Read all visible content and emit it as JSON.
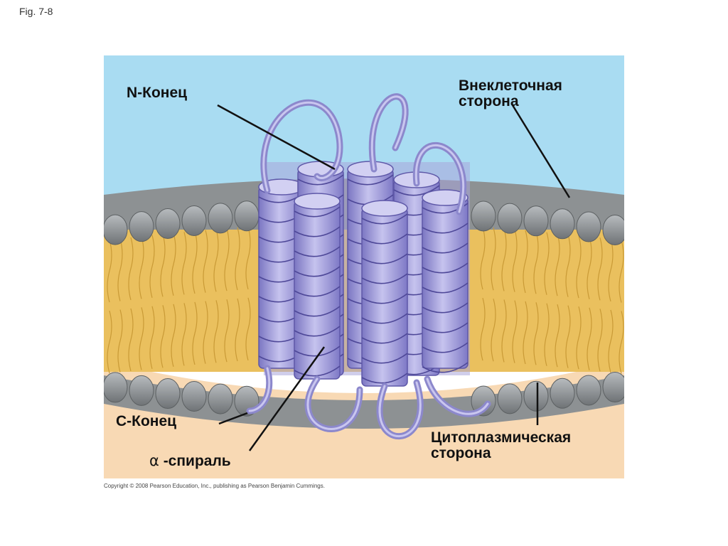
{
  "figure": {
    "fig_label": "Fig. 7-8",
    "copyright": "Copyright © 2008 Pearson Education, Inc., publishing as Pearson Benjamin Cummings."
  },
  "labels": {
    "n_end": "N-Конец",
    "extracellular_line1": "Внеклеточная",
    "extracellular_line2": "сторона",
    "c_end": "C-Конец",
    "alpha_symbol": "α",
    "alpha_helix": "-спираль",
    "cytoplasmic_line1": "Цитоплазмическая",
    "cytoplasmic_line2": "сторона"
  },
  "colors": {
    "extracellular": "#a9dcf2",
    "cytoplasm": "#f8d9b4",
    "phosphate_head": "#8f9396",
    "lipid_tail": "#eac05e",
    "protein_helix": "#9b98d3"
  }
}
